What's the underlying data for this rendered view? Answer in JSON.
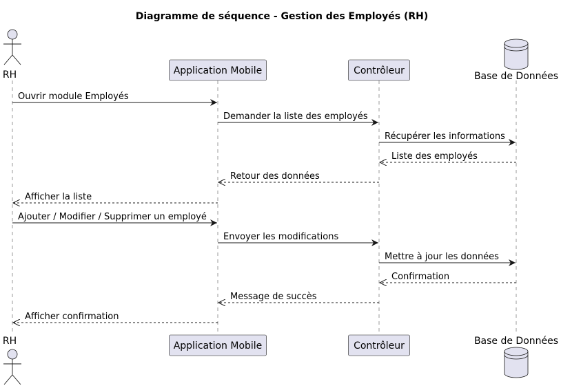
{
  "title": "Diagramme de séquence - Gestion des Employés (RH)",
  "colors": {
    "participant_fill": "#e2e2f0",
    "border": "#181818",
    "lifeline": "#9a9a9a",
    "arrow": "#181818"
  },
  "participants": [
    {
      "id": "rh",
      "label": "RH",
      "kind": "actor"
    },
    {
      "id": "app",
      "label": "Application Mobile",
      "kind": "participant"
    },
    {
      "id": "ctrl",
      "label": "Contrôleur",
      "kind": "participant"
    },
    {
      "id": "db",
      "label": "Base de Données",
      "kind": "database"
    }
  ],
  "messages": [
    {
      "from": "rh",
      "to": "app",
      "label": "Ouvrir module Employés",
      "style": "solid"
    },
    {
      "from": "app",
      "to": "ctrl",
      "label": "Demander la liste des employés",
      "style": "solid"
    },
    {
      "from": "ctrl",
      "to": "db",
      "label": "Récupérer les informations",
      "style": "solid"
    },
    {
      "from": "db",
      "to": "ctrl",
      "label": "Liste des employés",
      "style": "dashed"
    },
    {
      "from": "ctrl",
      "to": "app",
      "label": "Retour des données",
      "style": "dashed"
    },
    {
      "from": "app",
      "to": "rh",
      "label": "Afficher la liste",
      "style": "dashed"
    },
    {
      "from": "rh",
      "to": "app",
      "label": "Ajouter / Modifier / Supprimer un employé",
      "style": "solid"
    },
    {
      "from": "app",
      "to": "ctrl",
      "label": "Envoyer les modifications",
      "style": "solid"
    },
    {
      "from": "ctrl",
      "to": "db",
      "label": "Mettre à jour les données",
      "style": "solid"
    },
    {
      "from": "db",
      "to": "ctrl",
      "label": "Confirmation",
      "style": "dashed"
    },
    {
      "from": "ctrl",
      "to": "app",
      "label": "Message de succès",
      "style": "dashed"
    },
    {
      "from": "app",
      "to": "rh",
      "label": "Afficher confirmation",
      "style": "dashed"
    }
  ]
}
